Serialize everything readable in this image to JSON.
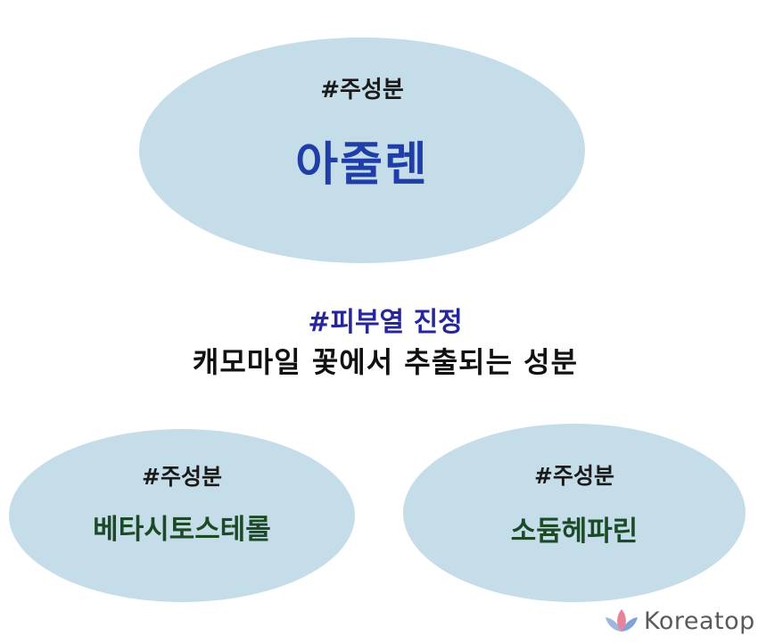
{
  "top_node": {
    "tag": "#주성분",
    "name": "아줄렌"
  },
  "center": {
    "tag": "#피부열 진정",
    "description": "캐모마일 꽃에서 추출되는 성분"
  },
  "left_node": {
    "tag": "#주성분",
    "name": "베타시토스테롤"
  },
  "right_node": {
    "tag": "#주성분",
    "name": "소듐헤파린"
  },
  "watermark": {
    "text": "Koreatop",
    "logo_colors": [
      "#e8849a",
      "#9fb6e0",
      "#7fa2d9"
    ]
  }
}
